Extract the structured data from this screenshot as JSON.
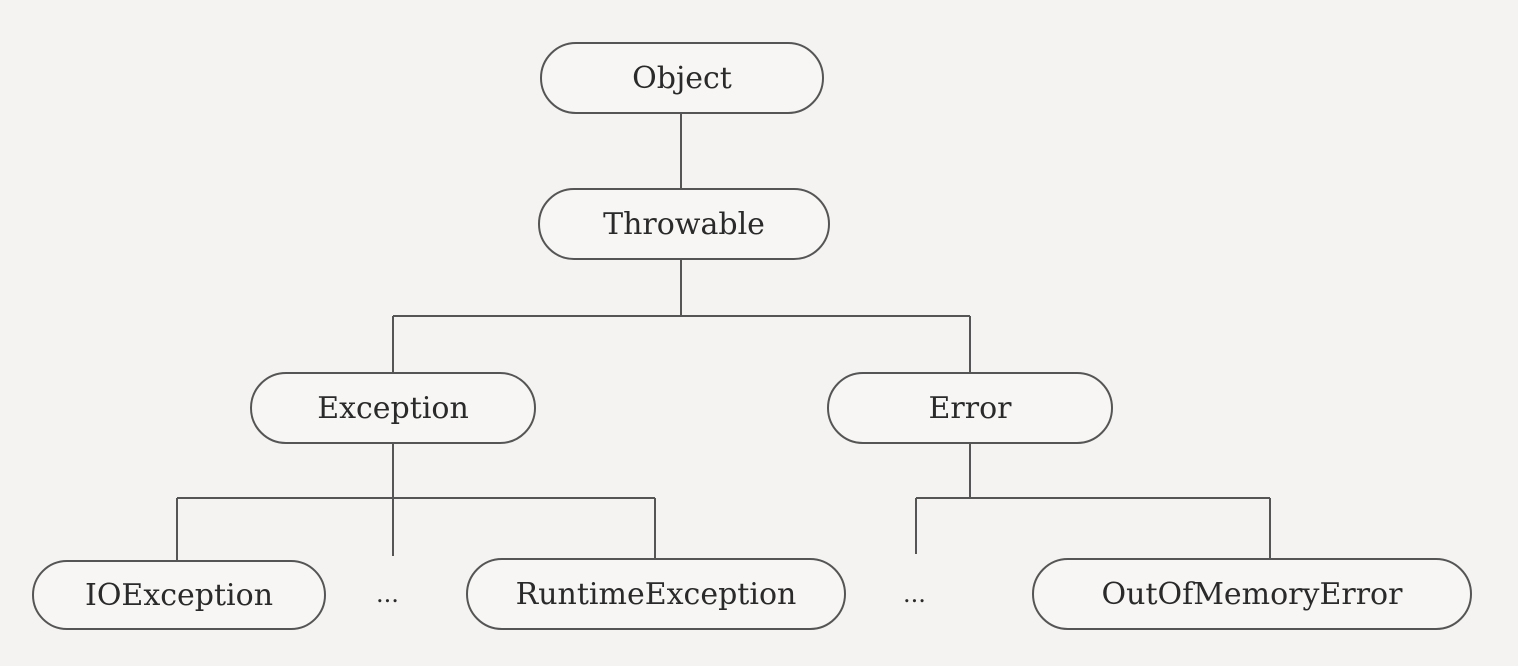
{
  "diagram": {
    "nodes": {
      "object": "Object",
      "throwable": "Throwable",
      "exception": "Exception",
      "error": "Error",
      "ioexception": "IOException",
      "runtime_exception": "RuntimeException",
      "out_of_memory_error": "OutOfMemoryError"
    },
    "ellipses": {
      "exception_children": "...",
      "error_children": "..."
    },
    "edges": [
      [
        "Object",
        "Throwable"
      ],
      [
        "Throwable",
        "Exception"
      ],
      [
        "Throwable",
        "Error"
      ],
      [
        "Exception",
        "IOException"
      ],
      [
        "Exception",
        "..."
      ],
      [
        "Exception",
        "RuntimeException"
      ],
      [
        "Error",
        "..."
      ],
      [
        "Error",
        "OutOfMemoryError"
      ]
    ]
  }
}
